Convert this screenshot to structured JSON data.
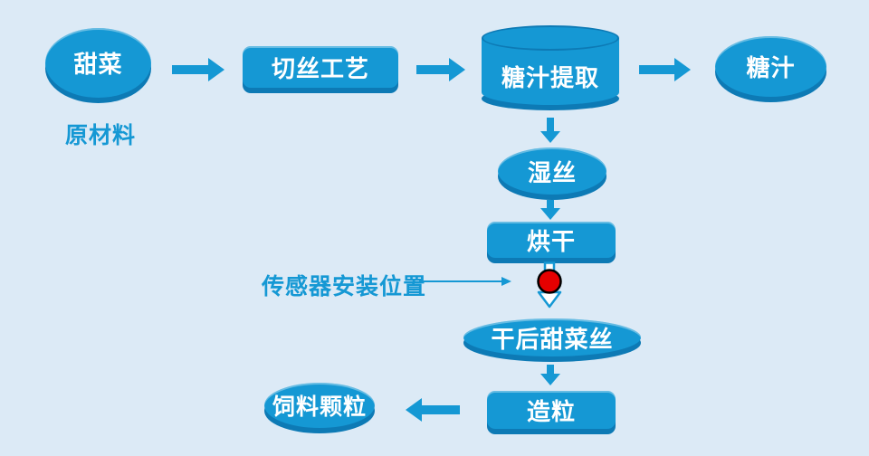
{
  "diagram": {
    "type": "flowchart",
    "title_implicit": "甜菜制糖/饲料加工流程",
    "background": "#DCEAF6",
    "palette": {
      "shape_fill": "#1598D4",
      "shape_shade": "#0D7AB5",
      "node_text": "#FFFFFF",
      "caption_text": "#1598D4",
      "sensor_dot_fill": "#E60000",
      "sensor_dot_stroke": "#000000",
      "hollow_arrow_fill": "#FFFFFF"
    },
    "nodes": {
      "beet": "甜菜",
      "shred_process": "切丝工艺",
      "juice_extraction": "糖汁提取",
      "sugar_juice": "糖汁",
      "wet_shreds": "湿丝",
      "drying": "烘干",
      "dried_beet_shreds": "干后甜菜丝",
      "pelletizing": "造粒",
      "feed_pellets": "饲料颗粒"
    },
    "node_shapes": {
      "beet": "ellipse",
      "shred_process": "rounded-rect",
      "juice_extraction": "cylinder",
      "sugar_juice": "ellipse",
      "wet_shreds": "ellipse",
      "drying": "rounded-rect",
      "dried_beet_shreds": "ellipse",
      "pelletizing": "rounded-rect",
      "feed_pellets": "ellipse"
    },
    "captions": {
      "raw_material": "原材料",
      "sensor_position": "传感器安装位置"
    },
    "edges": [
      {
        "from": "beet",
        "to": "shred_process",
        "direction": "right",
        "style": "solid"
      },
      {
        "from": "shred_process",
        "to": "juice_extraction",
        "direction": "right",
        "style": "solid"
      },
      {
        "from": "juice_extraction",
        "to": "sugar_juice",
        "direction": "right",
        "style": "solid"
      },
      {
        "from": "juice_extraction",
        "to": "wet_shreds",
        "direction": "down",
        "style": "solid"
      },
      {
        "from": "wet_shreds",
        "to": "drying",
        "direction": "down",
        "style": "solid"
      },
      {
        "from": "drying",
        "to": "dried_beet_shreds",
        "direction": "down",
        "style": "hollow-with-sensor-dot"
      },
      {
        "from": "dried_beet_shreds",
        "to": "pelletizing",
        "direction": "down",
        "style": "solid"
      },
      {
        "from": "pelletizing",
        "to": "feed_pellets",
        "direction": "left",
        "style": "solid"
      }
    ]
  }
}
